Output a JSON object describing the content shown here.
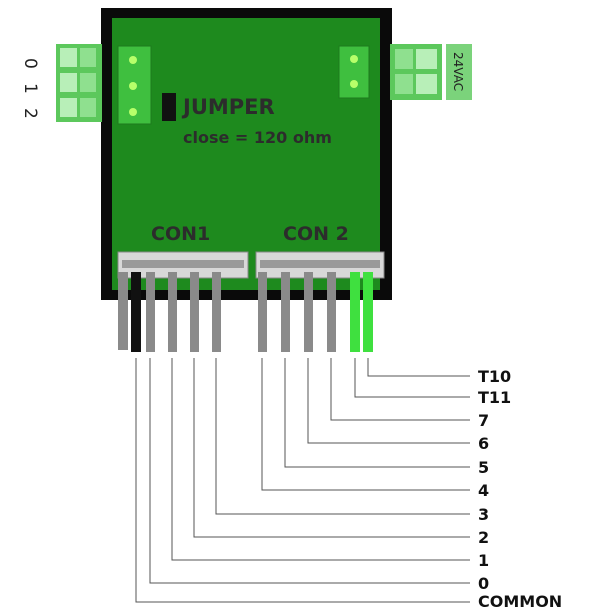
{
  "board": {
    "jumper_label": "JUMPER",
    "jumper_note": "close = 120 ohm",
    "con1_label": "CON1",
    "con2_label": "CON 2"
  },
  "left_terminal": {
    "labels": [
      "0",
      "1",
      "2"
    ]
  },
  "right_terminal": {
    "label": "24VAC"
  },
  "wire_labels": [
    "T10",
    "T11",
    "7",
    "6",
    "5",
    "4",
    "3",
    "2",
    "1",
    "0",
    "COMMON"
  ],
  "colors": {
    "board": "#1e8a1e",
    "frame": "#0a0a0a",
    "terminal": "#4fc94f",
    "wire_gray": "#8a8a8a",
    "wire_black": "#111111",
    "wire_green": "#3fe03f"
  }
}
